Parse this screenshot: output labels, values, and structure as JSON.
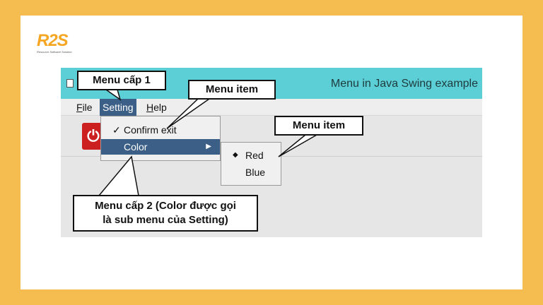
{
  "window": {
    "title": "Menu in Java Swing example"
  },
  "menubar": {
    "items": [
      {
        "mnemonic": "F",
        "rest": "ile"
      },
      {
        "mnemonic": "",
        "rest": "Setting"
      },
      {
        "mnemonic": "H",
        "rest": "elp"
      }
    ]
  },
  "setting_menu": {
    "confirm_exit": {
      "check": "✓",
      "label": "Confirm exit"
    },
    "color": {
      "label": "Color",
      "arrow": "▶"
    }
  },
  "color_submenu": {
    "items": [
      {
        "marker": "◆",
        "label": "Red"
      },
      {
        "marker": "",
        "label": "Blue"
      }
    ]
  },
  "callouts": {
    "menu_level_1": "Menu cấp 1",
    "menu_item_1": "Menu item",
    "menu_item_2": "Menu item",
    "menu_level_2_line1": "Menu cấp 2 (Color được gọi",
    "menu_level_2_line2": "là sub menu của Setting)"
  },
  "colors": {
    "background": "#f5bd4f",
    "titlebar": "#5ccfd6",
    "menu_highlight": "#3b5f86",
    "logo": "#f5a623"
  },
  "icons": {
    "power": "power-icon",
    "logo": "r2s-logo"
  }
}
